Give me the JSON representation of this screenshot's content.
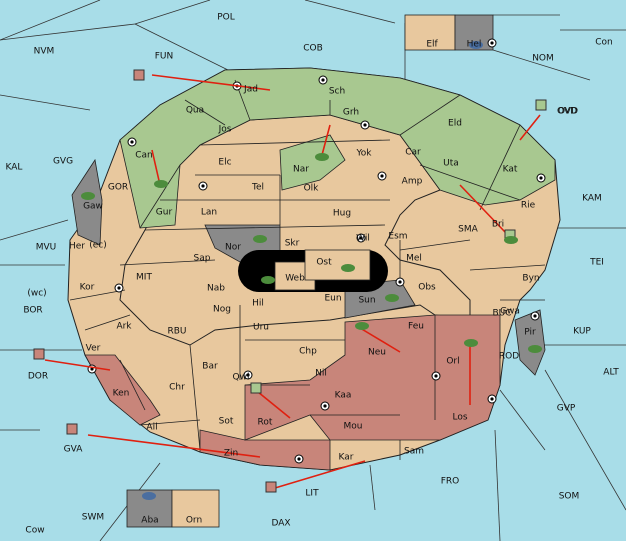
{
  "map": {
    "colors": {
      "sea": "#a8dde8",
      "neutral": "#e8c89e",
      "green": "#a8c890",
      "red": "#c8857a",
      "grey": "#8a8a8a",
      "black": "#000000",
      "arrow": "#e02010"
    },
    "sea_labels": [
      "POL",
      "NVM",
      "FUN",
      "COB",
      "NOM",
      "Con",
      "OVD",
      "KAL",
      "GVG",
      "GOR",
      "KAM",
      "MVU",
      "MIT",
      "SMA",
      "TEI",
      "BOR",
      "RBU",
      "BUC",
      "KUP",
      "ALT",
      "DOR",
      "ROD",
      "GVP",
      "GVA",
      "FRO",
      "SOM",
      "SWM",
      "DAX",
      "LIT",
      "Cow",
      "(wc)",
      "(ec)"
    ],
    "territories": [
      "Elf",
      "Hel",
      "Jad",
      "Sch",
      "Qua",
      "Jos",
      "Grh",
      "Eld",
      "OVD",
      "Can",
      "Elc",
      "Nar",
      "Yok",
      "Car",
      "Uta",
      "Kat",
      "Gaw",
      "Tel",
      "Olk",
      "Amp",
      "Gur",
      "Lan",
      "Hug",
      "Rie",
      "Bri",
      "Nor",
      "Skr",
      "Ost",
      "Wil",
      "Esm",
      "Her",
      "Sap",
      "Web",
      "Mel",
      "Byn",
      "Kor",
      "Nab",
      "Eun",
      "Sun",
      "Obs",
      "Gwa",
      "Ark",
      "Hil",
      "Nog",
      "Uru",
      "Feu",
      "Pir",
      "Ver",
      "Chp",
      "Neu",
      "Orl",
      "Bar",
      "Qwi",
      "Nil",
      "Ken",
      "Chr",
      "Kaa",
      "Rot",
      "Sot",
      "Ail",
      "Mou",
      "Los",
      "Zin",
      "Sam",
      "Kar",
      "Aba",
      "Orn"
    ]
  }
}
